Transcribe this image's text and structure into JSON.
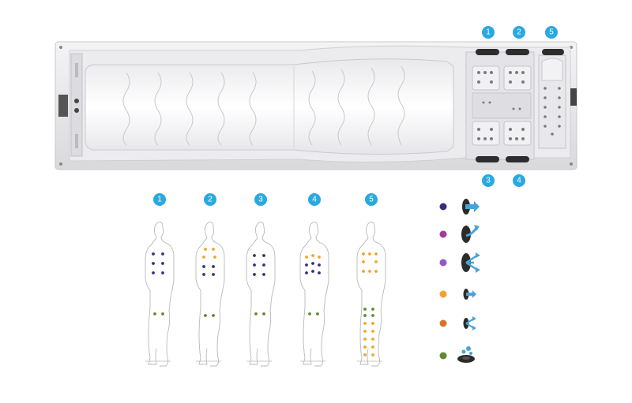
{
  "spa": {
    "badges": [
      {
        "id": "seat-badge-1",
        "label": "1"
      },
      {
        "id": "seat-badge-2",
        "label": "2"
      },
      {
        "id": "seat-badge-5",
        "label": "5"
      },
      {
        "id": "seat-badge-3",
        "label": "3"
      },
      {
        "id": "seat-badge-4",
        "label": "4"
      }
    ]
  },
  "figures": [
    {
      "label": "1"
    },
    {
      "label": "2"
    },
    {
      "label": "3"
    },
    {
      "label": "4"
    },
    {
      "label": "5"
    }
  ],
  "legend": [
    {
      "color": "#3a2d7a",
      "icon": "straight-jet-icon"
    },
    {
      "color": "#a33a9c",
      "icon": "rotating-jet-icon"
    },
    {
      "color": "#9955c8",
      "icon": "multi-directional-jet-icon"
    },
    {
      "color": "#f2a32b",
      "icon": "small-straight-jet-icon"
    },
    {
      "color": "#d9742a",
      "icon": "small-multi-jet-icon"
    },
    {
      "color": "#5f8a2c",
      "icon": "air-bubble-jet-icon"
    }
  ],
  "colors": {
    "badge": "#29a9e0",
    "tub_shell": "#e6e6e8",
    "tub_inner": "#f3f3f5"
  }
}
